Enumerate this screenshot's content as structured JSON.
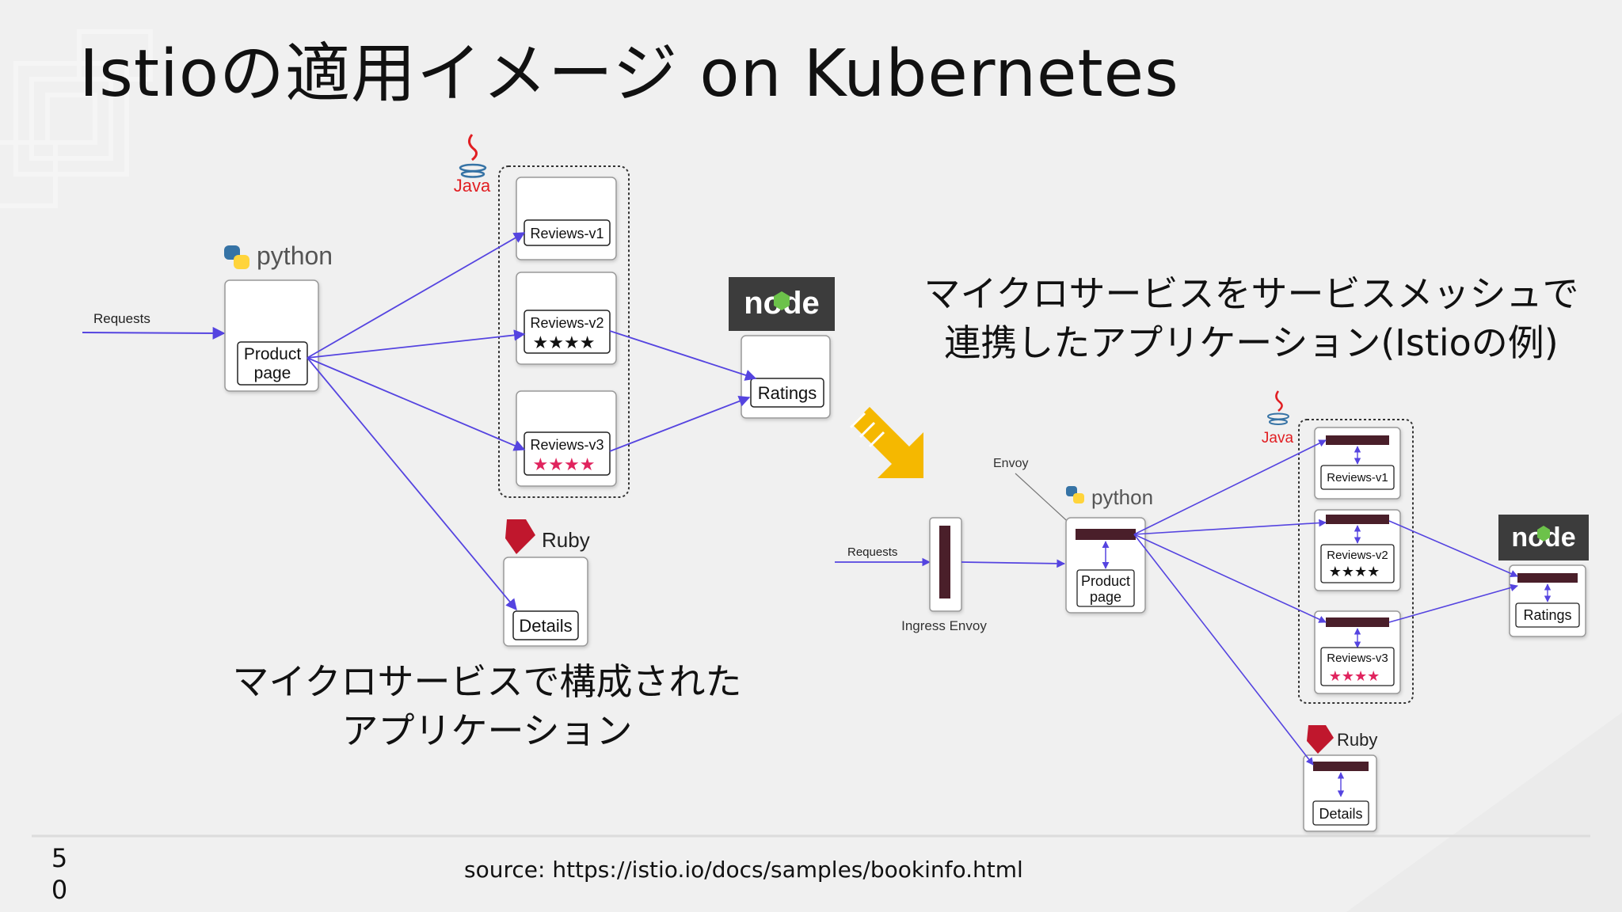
{
  "slide": {
    "title": "Istioの適用イメージ on Kubernetes",
    "caption_left": [
      "マイクロサービスで構成された",
      "アプリケーション"
    ],
    "caption_right": [
      "マイクロサービスをサービスメッシュで",
      "連携したアプリケーション(Istioの例)"
    ],
    "source": "source: https://istio.io/docs/samples/bookinfo.html",
    "page_number": [
      "5",
      "0"
    ]
  },
  "diagram_left": {
    "requests_label": "Requests",
    "python_label": "python",
    "java_label": "Java",
    "ruby_label": "Ruby",
    "node_label": "node",
    "productpage_label": [
      "Product",
      "page"
    ],
    "reviews_v1": "Reviews-v1",
    "reviews_v2": "Reviews-v2",
    "reviews_v3": "Reviews-v3",
    "ratings": "Ratings",
    "details": "Details",
    "stars_v2": "★★★★",
    "stars_v3": "★★★★"
  },
  "diagram_right": {
    "requests_label": "Requests",
    "envoy_label": "Envoy",
    "ingress_envoy_label": "Ingress Envoy",
    "python_label": "python",
    "java_label": "Java",
    "ruby_label": "Ruby",
    "node_label": "node",
    "productpage_label": [
      "Product",
      "page"
    ],
    "reviews_v1": "Reviews-v1",
    "reviews_v2": "Reviews-v2",
    "reviews_v3": "Reviews-v3",
    "ratings": "Ratings",
    "details": "Details",
    "stars_v2": "★★★★",
    "stars_v3": "★★★★"
  },
  "colors": {
    "arrow": "#5544e0",
    "star_black": "#111111",
    "star_red": "#e0245e",
    "envoy_bar": "#4a1f2a",
    "node_bg": "#3c3c3c",
    "node_green": "#6cc24a",
    "highlight_arrow": "#f5b800",
    "python_blue": "#3673a5",
    "python_yellow": "#ffd43b",
    "ruby_red": "#c0172d",
    "java_red": "#e11e22"
  }
}
